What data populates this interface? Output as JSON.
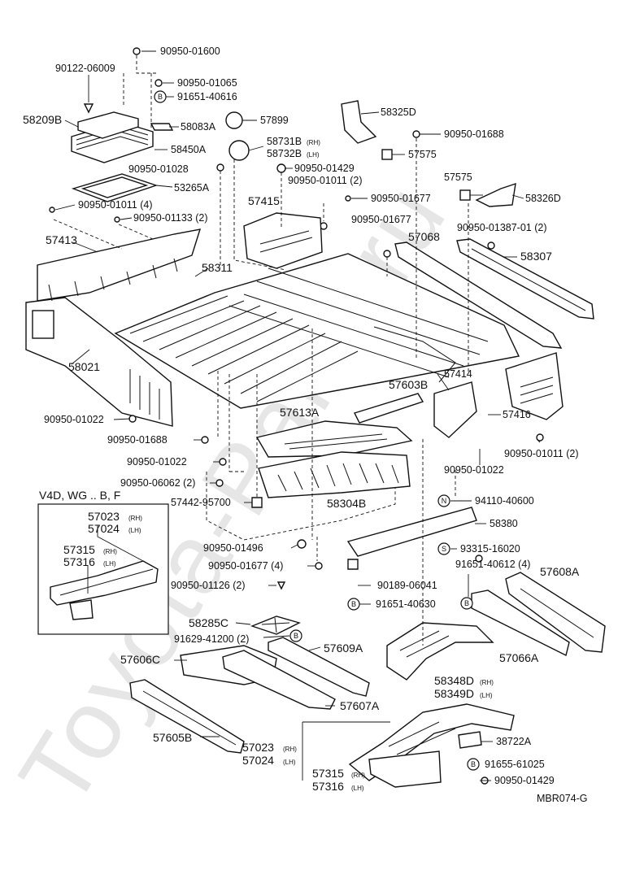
{
  "watermark": "Toyota-Parts.ru",
  "diagram_code": "MBR074-G",
  "inset": {
    "title": "V4D, WG .. B, F",
    "labels": [
      {
        "id": "57023",
        "text": "57023",
        "sub": "(RH)"
      },
      {
        "id": "57024",
        "text": "57024",
        "sub": "(LH)"
      },
      {
        "id": "57315",
        "text": "57315",
        "sub": "(RH)"
      },
      {
        "id": "57316",
        "text": "57316",
        "sub": "(LH)"
      }
    ]
  },
  "callout_letters": {
    "b": "B",
    "n": "N",
    "s": "S"
  },
  "labels": [
    {
      "k": "l1",
      "text": "90950-01600"
    },
    {
      "k": "l2",
      "text": "90122-06009"
    },
    {
      "k": "l3",
      "text": "90950-01065"
    },
    {
      "k": "l4",
      "text": "91651-40616"
    },
    {
      "k": "l5",
      "text": "58209B"
    },
    {
      "k": "l6",
      "text": "58083A"
    },
    {
      "k": "l7",
      "text": "57899"
    },
    {
      "k": "l8",
      "text": "58450A"
    },
    {
      "k": "l9",
      "text": "90950-01028"
    },
    {
      "k": "l10",
      "text": "53265A"
    },
    {
      "k": "l11",
      "text": "90950-01011 (4)"
    },
    {
      "k": "l12",
      "text": "90950-01133 (2)"
    },
    {
      "k": "l13",
      "text": "57413"
    },
    {
      "k": "l14",
      "text": "58325D"
    },
    {
      "k": "l15",
      "text": "90950-01688"
    },
    {
      "k": "l16",
      "text": "58731B",
      "sub": "(RH)"
    },
    {
      "k": "l17",
      "text": "58732B",
      "sub": "(LH)"
    },
    {
      "k": "l18",
      "text": "57575"
    },
    {
      "k": "l19",
      "text": "90950-01429"
    },
    {
      "k": "l20",
      "text": "90950-01011 (2)"
    },
    {
      "k": "l21",
      "text": "57575"
    },
    {
      "k": "l22",
      "text": "57415"
    },
    {
      "k": "l23",
      "text": "90950-01677"
    },
    {
      "k": "l24",
      "text": "58326D"
    },
    {
      "k": "l25",
      "text": "90950-01677"
    },
    {
      "k": "l26",
      "text": "90950-01387-01 (2)"
    },
    {
      "k": "l27",
      "text": "57068"
    },
    {
      "k": "l28",
      "text": "58311"
    },
    {
      "k": "l29",
      "text": "58307"
    },
    {
      "k": "l30",
      "text": "58021"
    },
    {
      "k": "l31",
      "text": "57414"
    },
    {
      "k": "l32",
      "text": "57603B"
    },
    {
      "k": "l33",
      "text": "57613A"
    },
    {
      "k": "l34",
      "text": "57416"
    },
    {
      "k": "l35",
      "text": "90950-01022"
    },
    {
      "k": "l36",
      "text": "90950-01688"
    },
    {
      "k": "l37",
      "text": "90950-01011 (2)"
    },
    {
      "k": "l38",
      "text": "90950-01022"
    },
    {
      "k": "l39",
      "text": "90950-01022"
    },
    {
      "k": "l40",
      "text": "90950-06062 (2)"
    },
    {
      "k": "l41",
      "text": "57442-95700"
    },
    {
      "k": "l42",
      "text": "58304B"
    },
    {
      "k": "l43",
      "text": "94110-40600"
    },
    {
      "k": "l44",
      "text": "58380"
    },
    {
      "k": "l45",
      "text": "90950-01496"
    },
    {
      "k": "l46",
      "text": "93315-16020"
    },
    {
      "k": "l47",
      "text": "90950-01677 (4)"
    },
    {
      "k": "l48",
      "text": "91651-40612 (4)"
    },
    {
      "k": "l49",
      "text": "57608A"
    },
    {
      "k": "l50",
      "text": "90189-06041"
    },
    {
      "k": "l51",
      "text": "90950-01126 (2)"
    },
    {
      "k": "l52",
      "text": "91651-40630"
    },
    {
      "k": "l53",
      "text": "58285C"
    },
    {
      "k": "l54",
      "text": "91629-41200 (2)"
    },
    {
      "k": "l55",
      "text": "57609A"
    },
    {
      "k": "l56",
      "text": "57606C"
    },
    {
      "k": "l57",
      "text": "57066A"
    },
    {
      "k": "l58",
      "text": "58348D",
      "sub": "(RH)"
    },
    {
      "k": "l59",
      "text": "58349D",
      "sub": "(LH)"
    },
    {
      "k": "l60",
      "text": "57607A"
    },
    {
      "k": "l61",
      "text": "57605B"
    },
    {
      "k": "l62",
      "text": "38722A"
    },
    {
      "k": "l63",
      "text": "57023",
      "sub": "(RH)"
    },
    {
      "k": "l64",
      "text": "57024",
      "sub": "(LH)"
    },
    {
      "k": "l65",
      "text": "91655-61025"
    },
    {
      "k": "l66",
      "text": "57315",
      "sub": "(RH)"
    },
    {
      "k": "l67",
      "text": "57316",
      "sub": "(LH)"
    },
    {
      "k": "l68",
      "text": "90950-01429"
    }
  ]
}
